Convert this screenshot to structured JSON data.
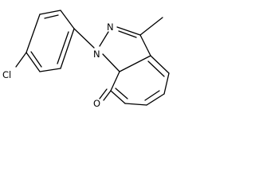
{
  "molecule": {
    "atoms": {
      "cl": "Cl",
      "n1": "N",
      "n2": "N",
      "o": "O"
    },
    "colors": {
      "bond": "#000000",
      "label": "#000000",
      "background": "#ffffff"
    }
  }
}
